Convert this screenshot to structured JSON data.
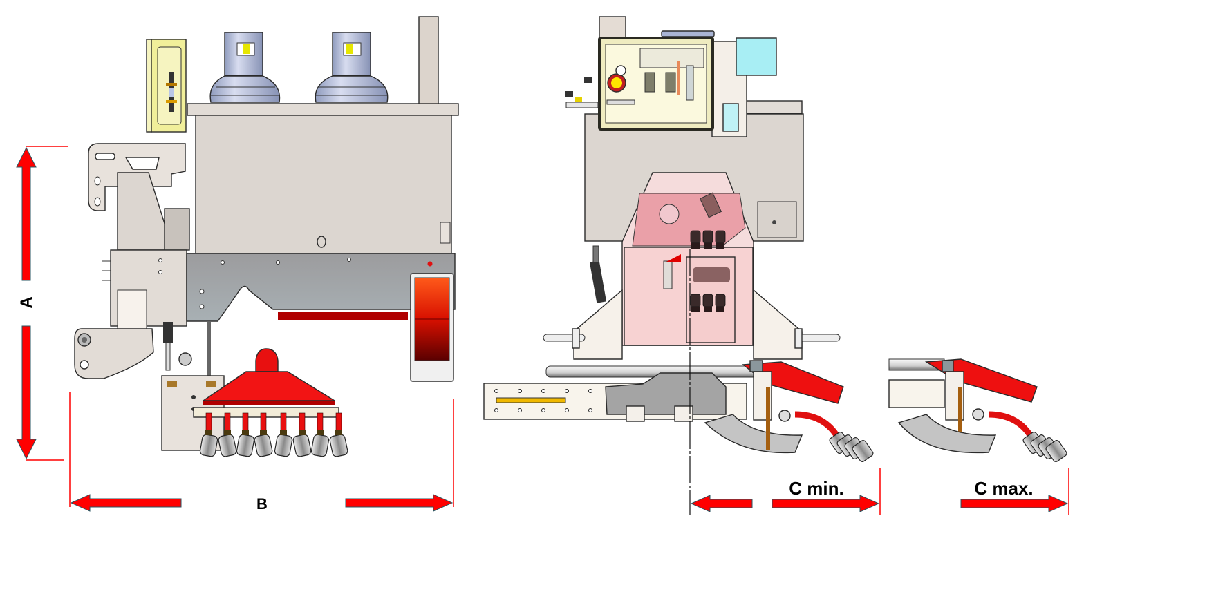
{
  "diagram": {
    "type": "technical-drawing",
    "views": [
      {
        "name": "side-view",
        "description": "Machine side view with two gas cylinders, hopper, control box, reel and nozzle bar"
      },
      {
        "name": "front-view",
        "description": "Machine front view with regulator panel, pink valve housing, and extendable nozzle arm"
      }
    ],
    "dimensions": {
      "a": {
        "label": "A",
        "orientation": "vertical"
      },
      "b": {
        "label": "B",
        "orientation": "horizontal"
      },
      "c_min": {
        "label": "C min."
      },
      "c_max": {
        "label": "C max."
      }
    },
    "colors": {
      "arrow": "#ff0000",
      "arrow_outline": "#2a5560",
      "body": "#dcd6d0",
      "frame_grey": "#9a9ea2",
      "cylinder": "#a9b4d4",
      "panel_yellow": "#f6f4c8",
      "housing_pink": "#f3b8b8",
      "nozzle_red": "#ee1010",
      "cyan_box": "#a8eef4"
    }
  }
}
